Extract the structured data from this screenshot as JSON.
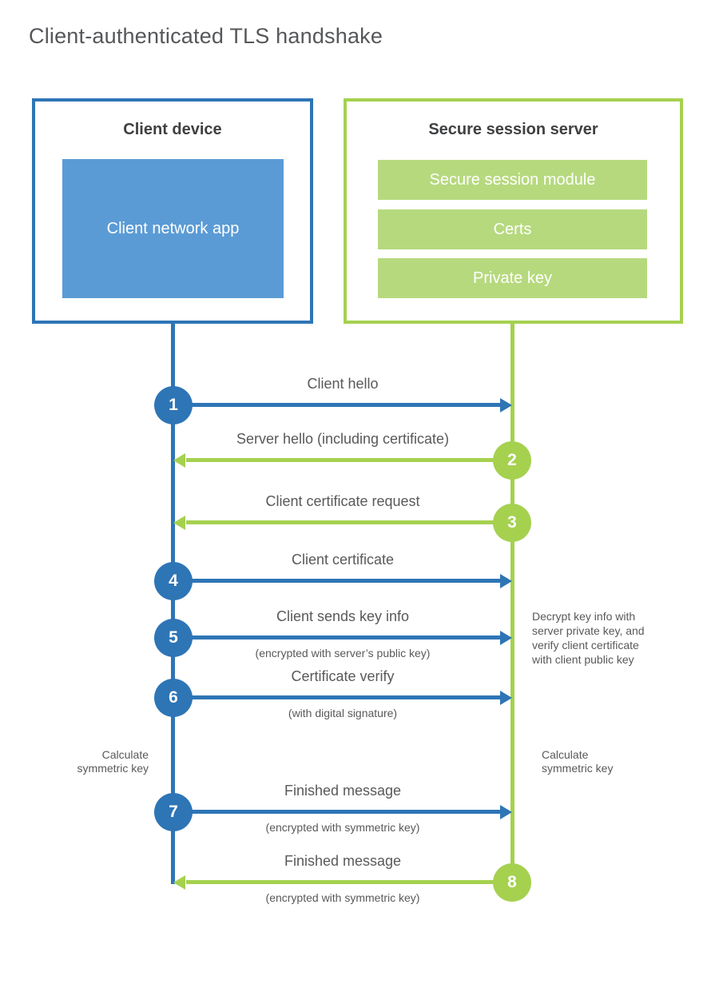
{
  "title": "Client-authenticated TLS handshake",
  "client": {
    "title": "Client device",
    "app_label": "Client network app"
  },
  "server": {
    "title": "Secure session server",
    "modules": [
      "Secure session module",
      "Certs",
      "Private key"
    ]
  },
  "steps": [
    {
      "num": "1",
      "from": "client",
      "to": "server",
      "label": "Client hello"
    },
    {
      "num": "2",
      "from": "server",
      "to": "client",
      "label": "Server hello (including certificate)"
    },
    {
      "num": "3",
      "from": "server",
      "to": "client",
      "label": "Client certificate request"
    },
    {
      "num": "4",
      "from": "client",
      "to": "server",
      "label": "Client certificate"
    },
    {
      "num": "5",
      "from": "client",
      "to": "server",
      "label": "Client sends key info",
      "sublabel": "(encrypted with server’s public key)"
    },
    {
      "num": "6",
      "from": "client",
      "to": "server",
      "label": "Certificate verify",
      "sublabel": "(with digital signature)"
    },
    {
      "num": "7",
      "from": "client",
      "to": "server",
      "label": "Finished message",
      "sublabel": "(encrypted with symmetric key)"
    },
    {
      "num": "8",
      "from": "server",
      "to": "client",
      "label": "Finished message",
      "sublabel": "(encrypted with symmetric key)"
    }
  ],
  "annotations": {
    "server_note_lines": [
      "Decrypt key info with",
      "server private key, and",
      "verify client certificate",
      "with client public key"
    ],
    "client_calc_lines": [
      "Calculate",
      "symmetric key"
    ],
    "server_calc_lines": [
      "Calculate",
      "symmetric key"
    ]
  },
  "colors": {
    "blue": "#2e75b6",
    "light_blue": "#5b9bd5",
    "green": "#a5d14f",
    "light_green": "#b6d97e",
    "title_gray": "#55575a",
    "text_gray": "#595959"
  }
}
